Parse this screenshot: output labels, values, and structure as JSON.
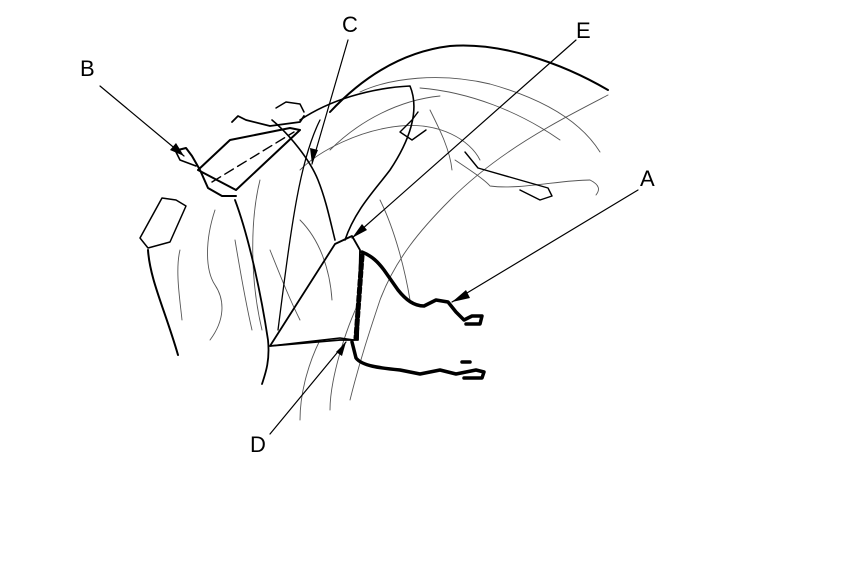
{
  "callouts": {
    "a": "A",
    "b": "B",
    "c": "C",
    "d": "D",
    "e": "E"
  },
  "colors": {
    "line": "#000000",
    "thin_line": "#555555",
    "background": "#ffffff"
  }
}
